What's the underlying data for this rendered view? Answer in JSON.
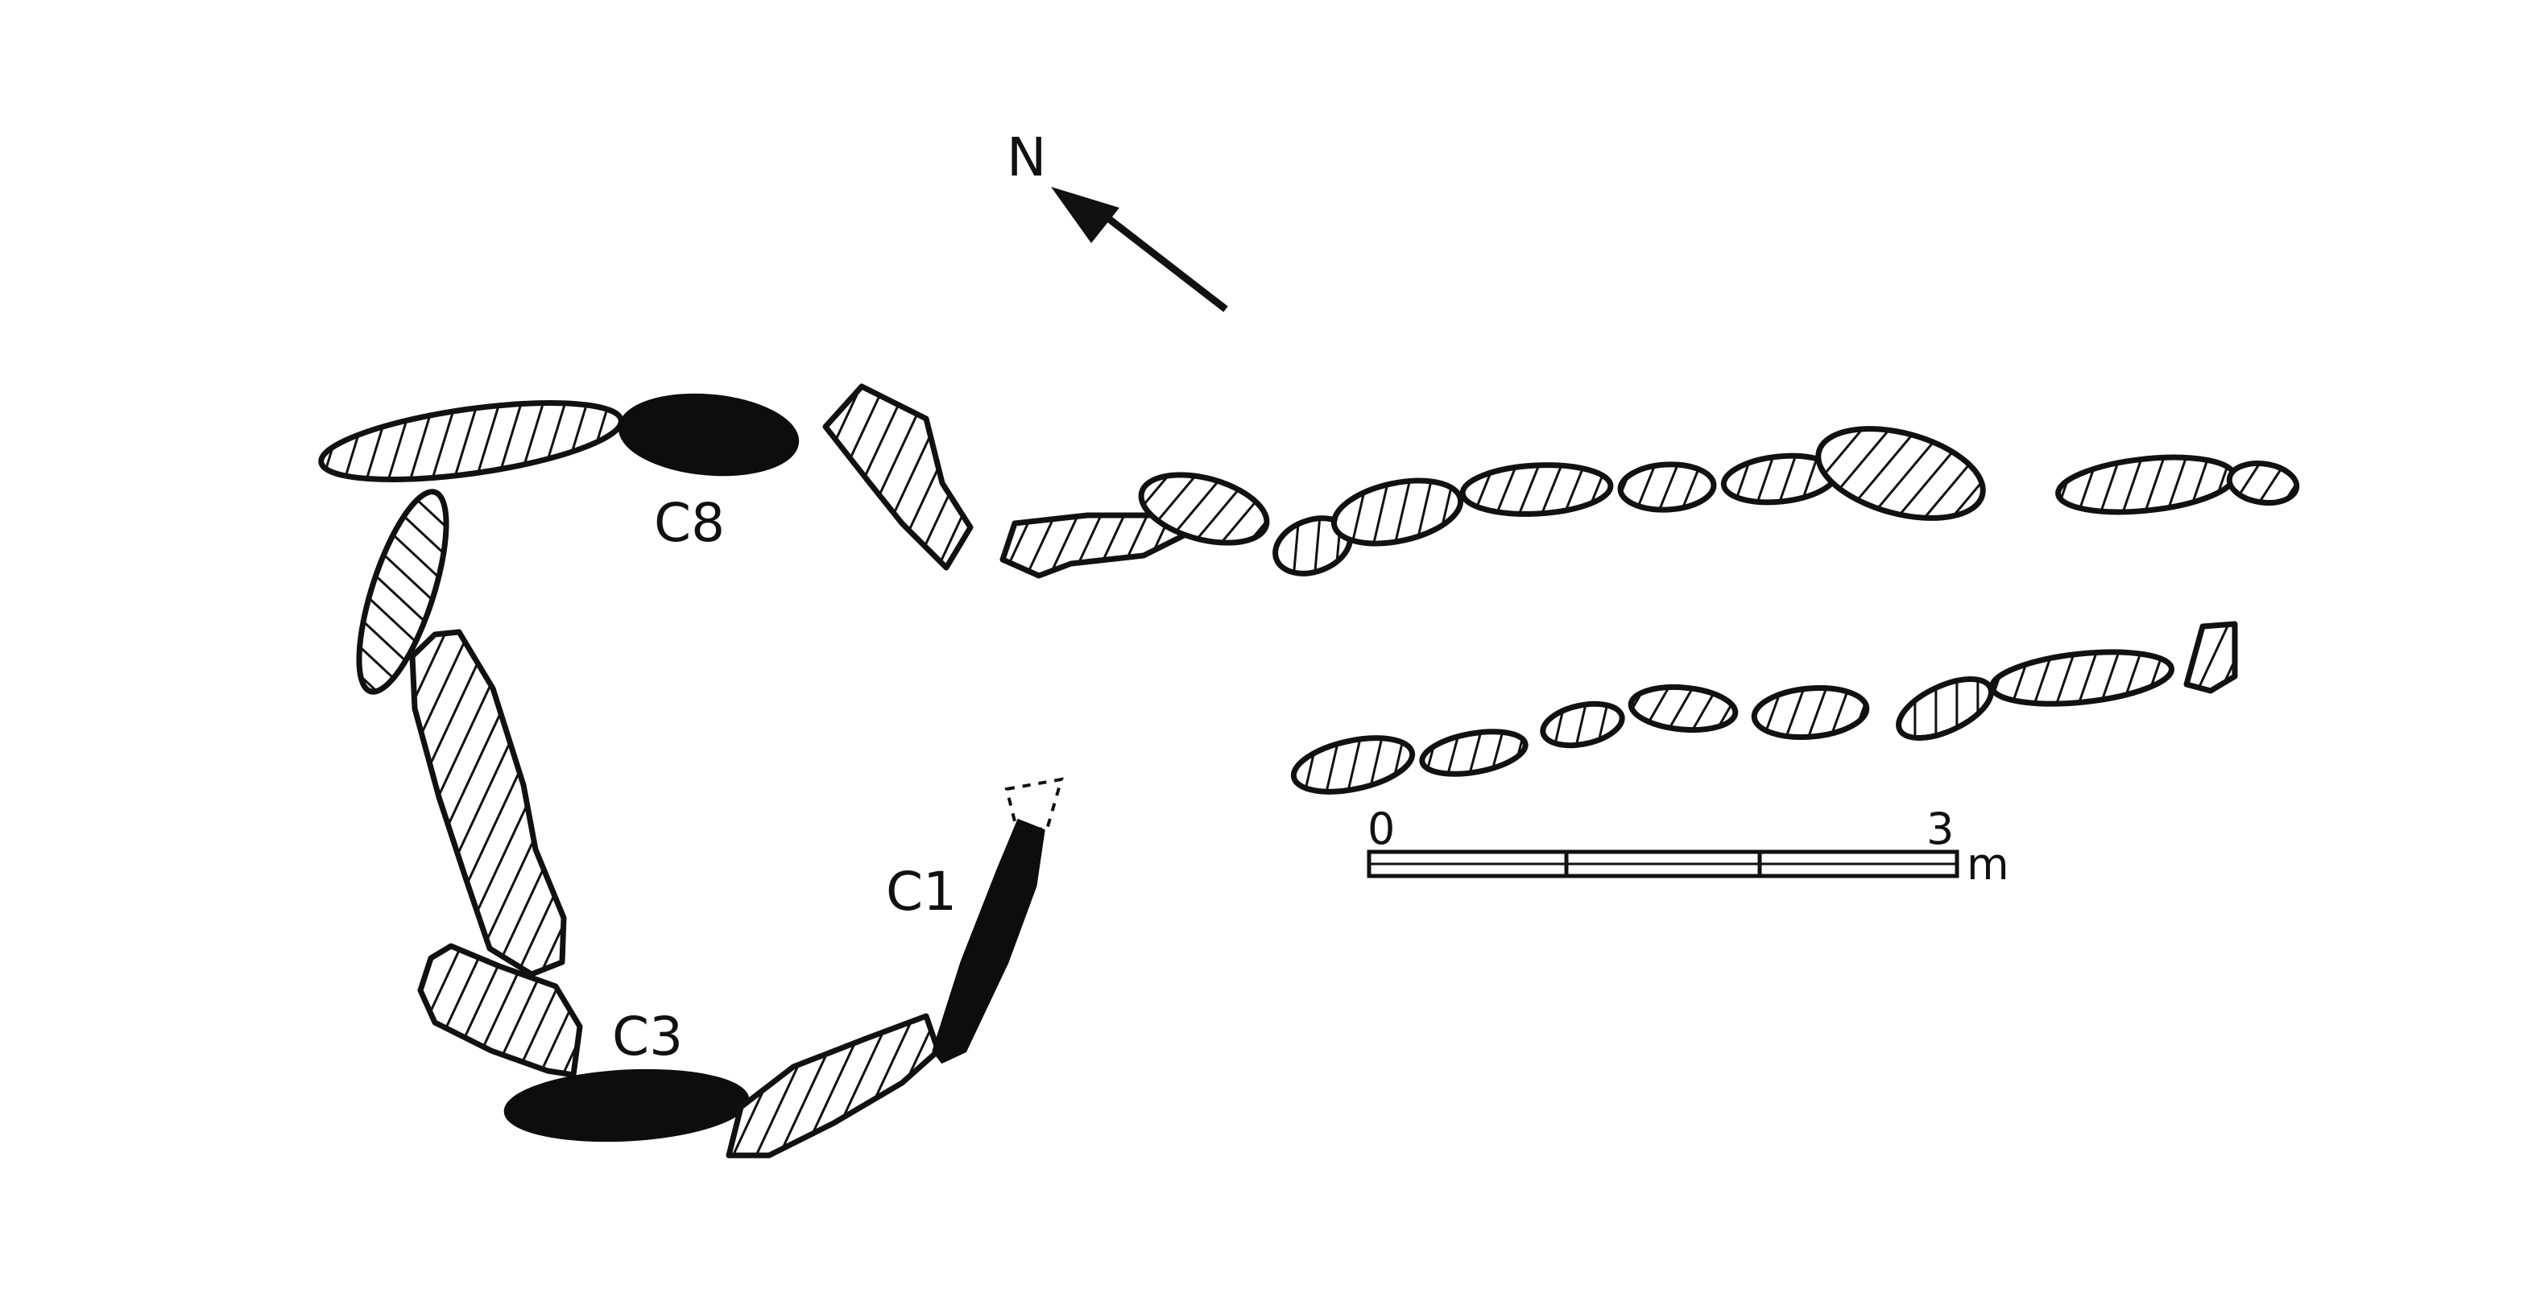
{
  "north": {
    "label": "N"
  },
  "labels": {
    "c8": "C8",
    "c3": "C3",
    "c1": "C1"
  },
  "scale": {
    "start": "0",
    "end": "3",
    "unit": "m"
  },
  "colors": {
    "ink": "#111111",
    "paper": "#ffffff"
  }
}
